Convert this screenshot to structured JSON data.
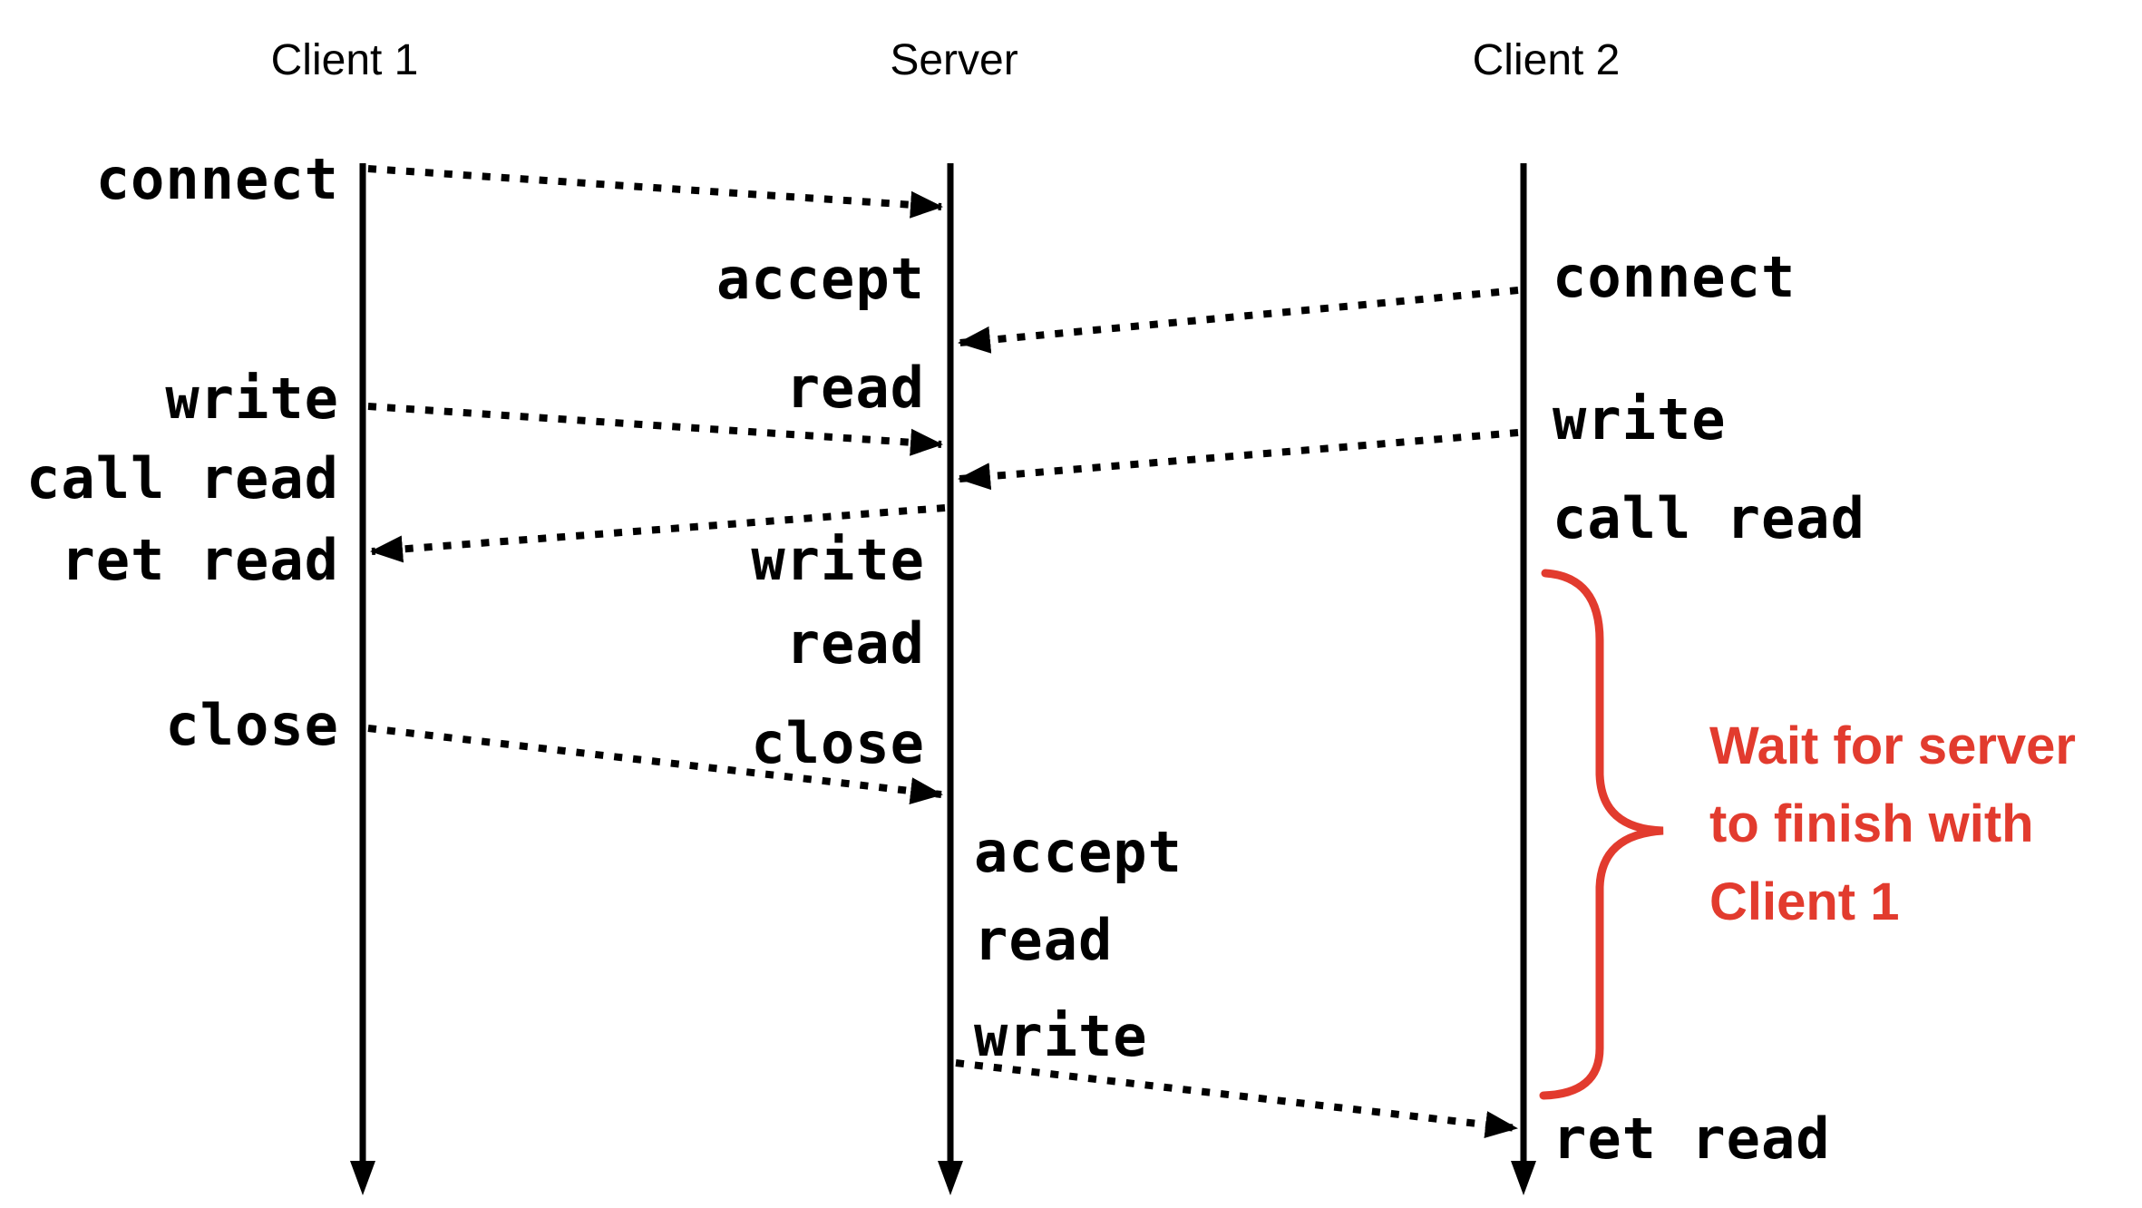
{
  "diagram": {
    "type": "sequence",
    "columns": [
      {
        "id": "client1",
        "title": "Client 1"
      },
      {
        "id": "server",
        "title": "Server"
      },
      {
        "id": "client2",
        "title": "Client 2"
      }
    ]
  },
  "labels": {
    "client1": {
      "connect": "connect",
      "write": "write",
      "call_read": "call read",
      "ret_read": "ret read",
      "close": "close"
    },
    "server_left": {
      "accept": "accept",
      "read1": "read",
      "write": "write",
      "read2": "read",
      "close": "close"
    },
    "server_right": {
      "accept": "accept",
      "read": "read",
      "write": "write"
    },
    "client2": {
      "connect": "connect",
      "write": "write",
      "call_read": "call read",
      "ret_read": "ret read"
    }
  },
  "messages": [
    {
      "from": "client1",
      "to": "server",
      "event": "connect"
    },
    {
      "from": "client2",
      "to": "server",
      "event": "connect"
    },
    {
      "from": "client1",
      "to": "server",
      "event": "write"
    },
    {
      "from": "client2",
      "to": "server",
      "event": "write"
    },
    {
      "from": "server",
      "to": "client1",
      "event": "write"
    },
    {
      "from": "client1",
      "to": "server",
      "event": "close"
    },
    {
      "from": "server",
      "to": "client2",
      "event": "write"
    }
  ],
  "annotation": {
    "line1": "Wait for server",
    "line2": "to finish with",
    "line3": "Client 1"
  },
  "colors": {
    "ink": "#000000",
    "accent_red": "#e23b2e",
    "background": "#ffffff"
  }
}
